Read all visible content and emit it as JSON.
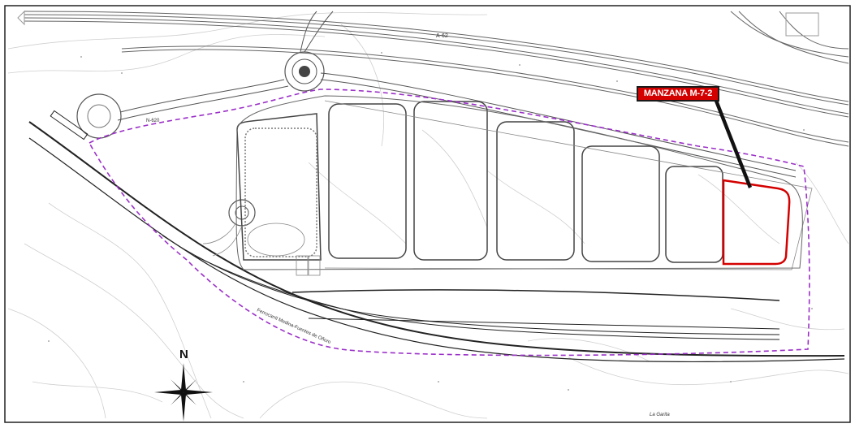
{
  "map": {
    "road_labels": {
      "motorway": "A-62",
      "national": "N-620",
      "railway": "Ferrocarril Medina-Fuentes de Oñoro",
      "locality": "La Garita"
    },
    "callout": {
      "label": "MANZANA M-7-2",
      "color": "#d40000"
    },
    "north_arrow": {
      "letter": "N",
      "icon": "compass-rose-icon"
    },
    "colors": {
      "boundary": "#9b30c8",
      "highlight": "#d40000",
      "contour": "#c8c8c8",
      "road": "#555555"
    }
  }
}
